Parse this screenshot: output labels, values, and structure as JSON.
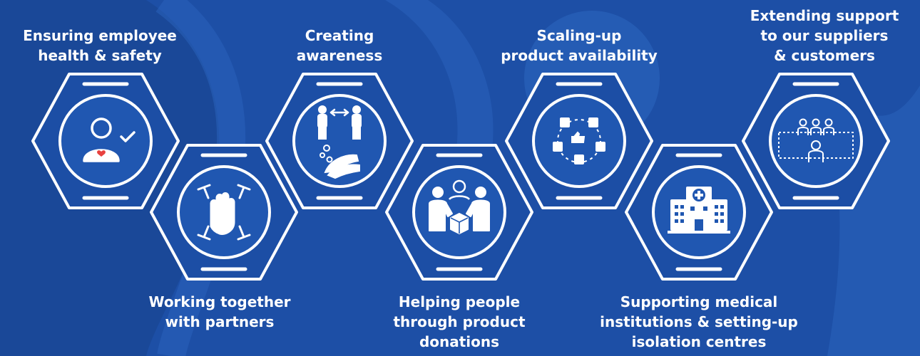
{
  "colors": {
    "background": "#1d4fa6",
    "background_light": "#2a63bb",
    "hex_fill": "#1c4ea5",
    "hex_inner": "#2057b1",
    "outline": "#ffffff",
    "accent_heart": "#e8423f"
  },
  "steps": [
    {
      "lines": [
        "Ensuring employee",
        "health & safety"
      ],
      "icon": "employee-check-icon"
    },
    {
      "lines": [
        "Working together",
        "with partners"
      ],
      "icon": "joined-hands-icon"
    },
    {
      "lines": [
        "Creating",
        "awareness"
      ],
      "icon": "distancing-handwash-icon"
    },
    {
      "lines": [
        "Helping people",
        "through product",
        "donations"
      ],
      "icon": "donation-box-icon"
    },
    {
      "lines": [
        "Scaling-up",
        "product availability"
      ],
      "icon": "product-cycle-icon"
    },
    {
      "lines": [
        "Supporting medical",
        "institutions & setting-up",
        "isolation centres"
      ],
      "icon": "hospital-icon"
    },
    {
      "lines": [
        "Extending support",
        "to our suppliers",
        "& customers"
      ],
      "icon": "supply-network-icon"
    }
  ]
}
